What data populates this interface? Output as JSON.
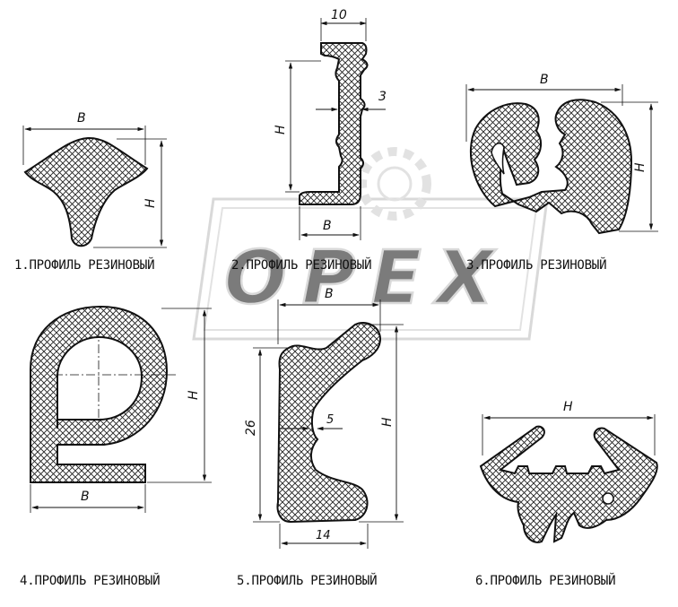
{
  "watermark": "OPEX",
  "profiles": [
    {
      "caption": "1.ПРОФИЛЬ РЕЗИНОВЫЙ",
      "dims": [
        "B",
        "H"
      ]
    },
    {
      "caption": "2.ПРОФИЛЬ РЕЗИНОВЫЙ",
      "dims": [
        "10",
        "H",
        "3",
        "B"
      ]
    },
    {
      "caption": "3.ПРОФИЛЬ РЕЗИНОВЫЙ",
      "dims": [
        "B",
        "H"
      ]
    },
    {
      "caption": "4.ПРОФИЛЬ РЕЗИНОВЫЙ",
      "dims": [
        "H",
        "B"
      ]
    },
    {
      "caption": "5.ПРОФИЛЬ РЕЗИНОВЫЙ",
      "dims": [
        "B",
        "26",
        "5",
        "H",
        "14"
      ]
    },
    {
      "caption": "6.ПРОФИЛЬ РЕЗИНОВЫЙ",
      "dims": [
        "H"
      ]
    }
  ]
}
